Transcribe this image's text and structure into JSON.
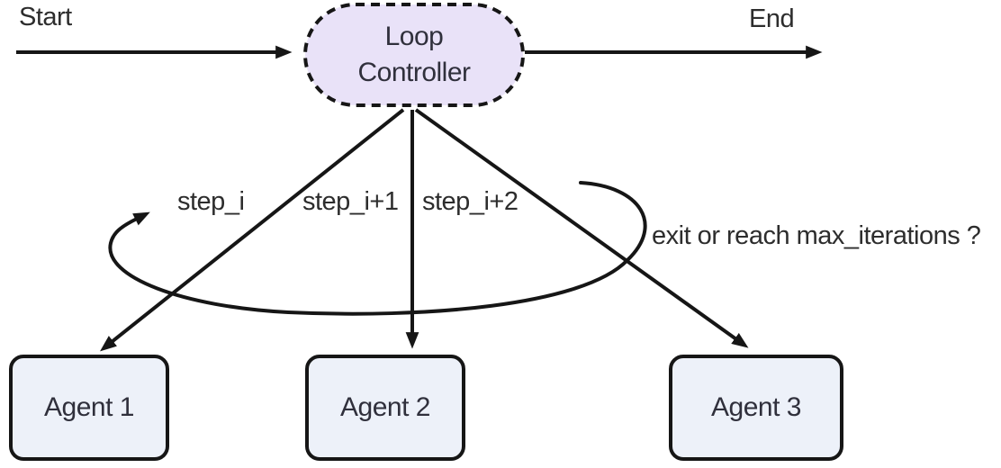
{
  "diagram": {
    "type": "flow-loop-diagram",
    "colors": {
      "background": "#ffffff",
      "line": "#161616",
      "label_text": "#2d2d2d",
      "node_text": "#30303c",
      "loop_controller_fill": "#e9e2f8",
      "agent_fill": "#edf1f9",
      "node_border": "#161616"
    },
    "entry_label": "Start",
    "terminal_label": "End",
    "nodes": {
      "loop_controller": {
        "label": "Loop Controller",
        "shape": "stadium",
        "border_style": "dashed",
        "fill": "#e9e2f8"
      },
      "agent_1": {
        "label": "Agent 1",
        "shape": "rounded-rect",
        "fill": "#edf1f9"
      },
      "agent_2": {
        "label": "Agent 2",
        "shape": "rounded-rect",
        "fill": "#edf1f9"
      },
      "agent_3": {
        "label": "Agent 3",
        "shape": "rounded-rect",
        "fill": "#edf1f9"
      }
    },
    "edges": [
      {
        "from": "start",
        "to": "loop_controller",
        "label": ""
      },
      {
        "from": "loop_controller",
        "to": "end",
        "label": ""
      },
      {
        "from": "loop_controller",
        "to": "agent_1",
        "label": "step_i"
      },
      {
        "from": "loop_controller",
        "to": "agent_2",
        "label": "step_i+1"
      },
      {
        "from": "loop_controller",
        "to": "agent_3",
        "label": "step_i+2"
      },
      {
        "from": "agents",
        "to": "loop_controller",
        "type": "loop-back",
        "label": "exit or reach max_iterations ?"
      }
    ]
  }
}
